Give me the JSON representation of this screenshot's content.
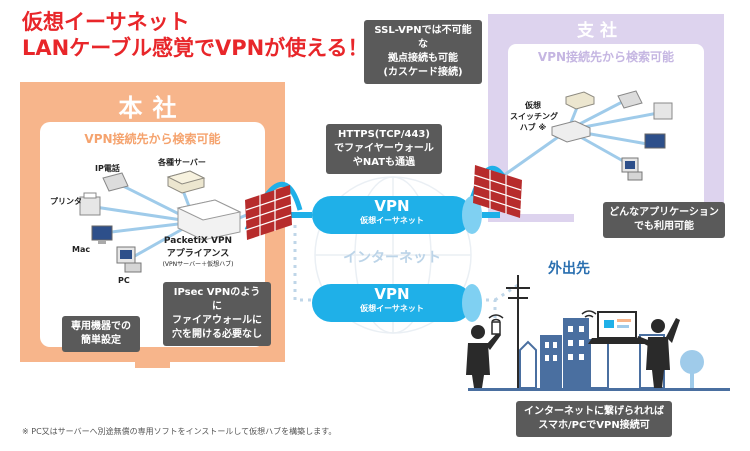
{
  "title": {
    "line1": "仮想イーサネット",
    "line2": "LANケーブル感覚でVPNが使える！"
  },
  "honsha": {
    "label": "本社",
    "search_label": "VPN接続先から検索可能",
    "devices": {
      "ip_phone": "IP電話",
      "servers": "各種サーバー",
      "printer": "プリンタ",
      "mac": "Mac",
      "pc": "PC"
    },
    "appliance": {
      "line1": "PacketiX VPN",
      "line2": "アプライアンス",
      "line3": "(VPNサーバー＋仮想ハブ)"
    }
  },
  "shisha": {
    "label": "支社",
    "search_label": "VPN接続先から検索可能",
    "switching_hub": {
      "line1": "仮想",
      "line2": "スイッチング",
      "line3": "ハブ ※"
    }
  },
  "gaishutsu": {
    "label": "外出先"
  },
  "internet_label": "インターネット",
  "tunnels": [
    {
      "big": "VPN",
      "small": "仮想イーサネット"
    },
    {
      "big": "VPN",
      "small": "仮想イーサネット"
    }
  ],
  "callouts": {
    "ssl_vpn": [
      "SSL-VPNでは不可能な",
      "拠点接続も可能",
      "(カスケード接続)"
    ],
    "https": [
      "HTTPS(TCP/443)",
      "でファイヤーウォール",
      "やNATも通過"
    ],
    "ipsec": [
      "IPsec VPNのように",
      "ファイアウォールに",
      "穴を開ける必要なし"
    ],
    "dedicated": [
      "専用機器での",
      "簡単設定"
    ],
    "any_app": [
      "どんなアプリケーション",
      "でも利用可能"
    ],
    "mobile": [
      "インターネットに繋げられれば",
      "スマホ/PCでVPN接続可"
    ]
  },
  "footnote": "※ PC又はサーバーへ別途無償の専用ソフトをインストールして仮想ハブを構築します。",
  "colors": {
    "title_red": "#e8262a",
    "honsha_orange": "#f7b58b",
    "shisha_lavender": "#ddd3ee",
    "tunnel_blue": "#1fb0e8",
    "link_blue": "#9fcbea",
    "callout_gray": "#5a5a5a",
    "firewall_red": "#b72c2c",
    "silhouette": "#2a2a2a",
    "building_blue": "#4a6fa0"
  }
}
